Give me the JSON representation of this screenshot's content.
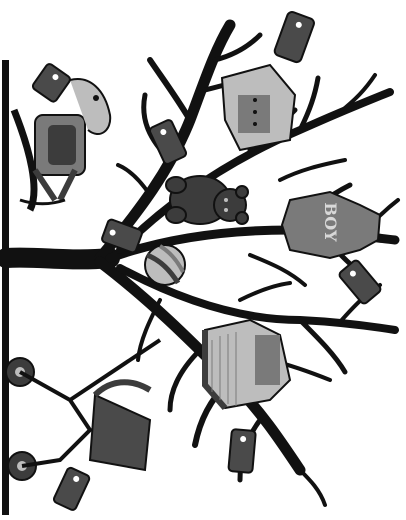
{
  "illustration": {
    "onesie_text": "BOY",
    "colors": {
      "ink": "#111111",
      "mid_gray": "#7a7a7a",
      "light_gray": "#bdbdbd",
      "dark_gray": "#3c3c3c",
      "tag_gray": "#4a4a4a",
      "background": "#ffffff"
    },
    "objects": [
      "rocking-horse",
      "price-tag",
      "teddy-bear",
      "onesie",
      "beach-ball",
      "dress",
      "baby-stroller",
      "jacket",
      "tree-branches"
    ]
  }
}
